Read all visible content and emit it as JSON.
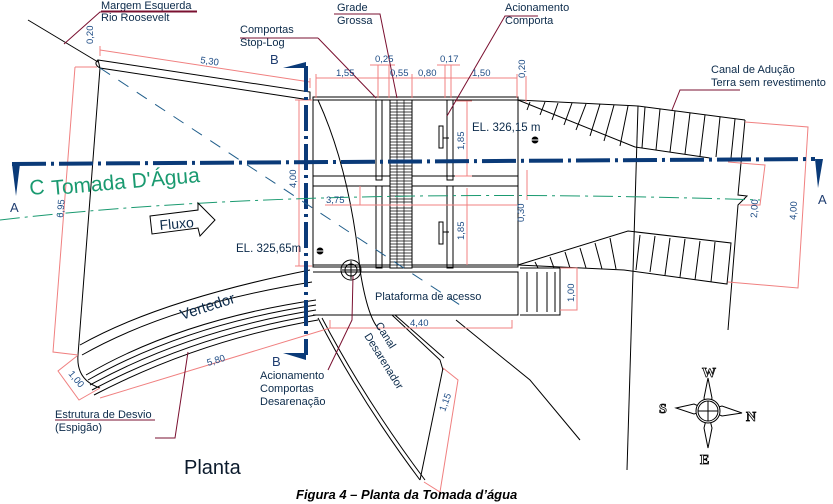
{
  "labels": {
    "margem": [
      "Margem Esquerda",
      "Rio Roosevelt"
    ],
    "comportas_stoplog": [
      "Comportas",
      "Stop-Log"
    ],
    "grade": [
      "Grade",
      "Grossa"
    ],
    "acionamento_comporta": [
      "Acionamento",
      "Comporta"
    ],
    "canal_aducao": [
      "Canal de Adução",
      "Terra sem revestimento"
    ],
    "tomada_axis": "Tomada D'Água",
    "axis_symbol": "C",
    "fluxo": "Fluxo",
    "el_low": "EL. 325,65m",
    "el_high": "EL. 326,15 m",
    "vertedor": "Vertedor",
    "plataforma": "Plataforma de acesso",
    "canal_desarenador": [
      "Canal",
      "Desarenador"
    ],
    "acionamento_desarenacao": [
      "Acionamento",
      "Comportas",
      "Desarenação"
    ],
    "estrutura_desvio": [
      "Estrutura de Desvio",
      "(Espigão)"
    ],
    "section_a": "A",
    "section_b": "B",
    "planta": "Planta",
    "caption": "Figura 4 – Planta da Tomada d’água"
  },
  "dimensions": {
    "d_0_20_left": "0,20",
    "d_5_30": "5,30",
    "d_1_55": "1,55",
    "d_0_25": "0,25",
    "d_0_55": "0,55",
    "d_0_80": "0,80",
    "d_0_17": "0,17",
    "d_1_50": "1,50",
    "d_0_20_right": "0,20",
    "d_1_85_top": "1,85",
    "d_1_85_bottom": "1,85",
    "d_0_30": "0,30",
    "d_3_75": "3,75",
    "d_4_00_left": "4,00",
    "d_6_95": "6,95",
    "d_2_00": "2,00",
    "d_4_00_right": "4,00",
    "d_1_00_right": "1,00",
    "d_4_40": "4,40",
    "d_5_80": "5,80",
    "d_1_00_left": "1,00",
    "d_1_15": "1,15"
  },
  "compass": {
    "top": "W",
    "left": "S",
    "right": "N",
    "bottom": "E"
  },
  "colors": {
    "structure": "#000000",
    "dimension": "#f08080",
    "leader": "#7a1030",
    "section_line": "#0a3a78",
    "axis_label": "#1a9a70",
    "text": "#0b2a4a"
  }
}
